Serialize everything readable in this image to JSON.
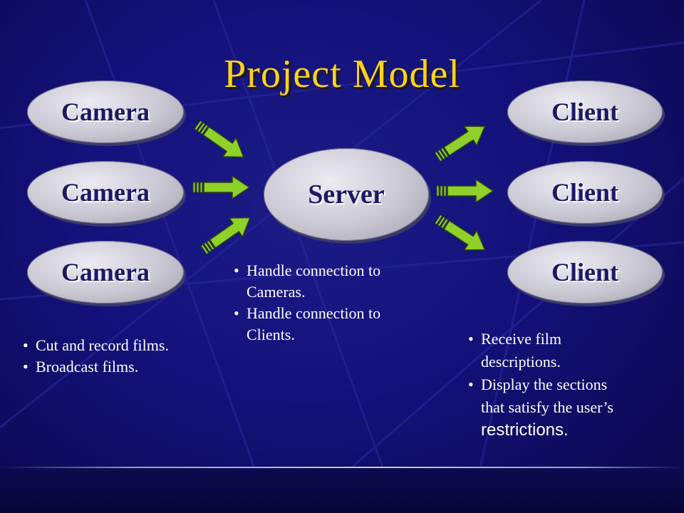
{
  "title": "Project Model",
  "nodes": {
    "cameras": [
      "Camera",
      "Camera",
      "Camera"
    ],
    "server": "Server",
    "clients": [
      "Client",
      "Client",
      "Client"
    ]
  },
  "notes": {
    "camera": [
      "Cut and record films.",
      "Broadcast films."
    ],
    "server": [
      {
        "line1": "Handle connection to",
        "line2": "Cameras."
      },
      {
        "line1": "Handle connection to",
        "line2": "Clients."
      }
    ],
    "client": [
      {
        "line1": "Receive film",
        "line2": "descriptions."
      },
      {
        "line1": "Display the sections",
        "line2": "that satisfy the user’s",
        "line3": "restrictions."
      }
    ]
  },
  "colors": {
    "background": "#13117a",
    "title": "#ffd21a",
    "node_fill": "#c9c7d2",
    "node_text": "#1c1a66",
    "arrow": "#8fd12a"
  },
  "icons": {
    "arrow": "right-arrow-icon"
  }
}
